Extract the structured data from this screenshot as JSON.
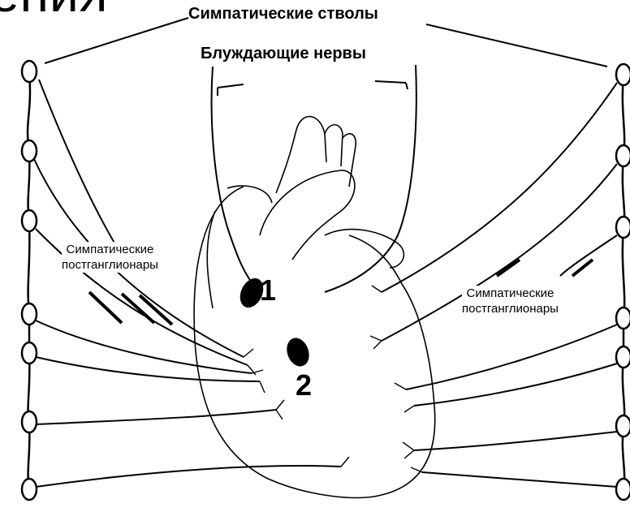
{
  "slide_title": "ения",
  "labels": {
    "sympathetic_trunks": "Симпатические стволы",
    "vagus_nerves": "Блуждающие нервы",
    "postganglionic_left": "Симпатические\nпостганглионары",
    "postganglionic_right": "Симпатические\nпостганглионары"
  },
  "markers": {
    "ganglion_1": "1",
    "ganglion_2": "2"
  }
}
